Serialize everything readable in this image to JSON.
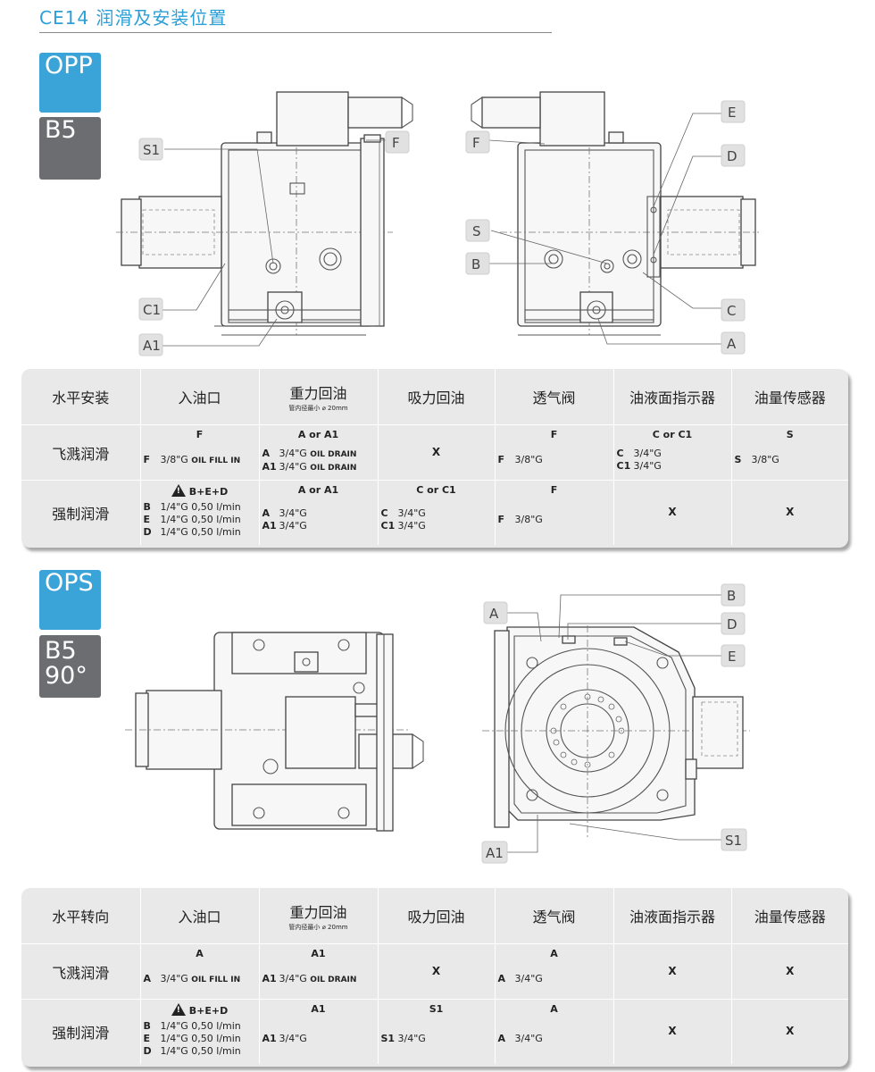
{
  "title": "CE14 润滑及安装位置",
  "sections": [
    {
      "badge_top": "OPP",
      "badge_bottom": "B5",
      "diagram_labels": {
        "S1": "S1",
        "C1": "C1",
        "A1": "A1",
        "F_left": "F",
        "F_right": "F",
        "E": "E",
        "D": "D",
        "S": "S",
        "B": "B",
        "C": "C",
        "A": "A"
      },
      "table": {
        "headers": [
          "水平安装",
          "入油口",
          "重力回油",
          "吸力回油",
          "透气阀",
          "油液面指示器",
          "油量传感器"
        ],
        "header_sub": "管内径最小 ⌀ 20mm",
        "rows": [
          {
            "label": "飞溅润滑",
            "cells": [
              {
                "top": "F",
                "lines": [
                  {
                    "k": "F",
                    "v": "3/8\"G",
                    "s": "OIL FILL IN"
                  }
                ]
              },
              {
                "top": "A or A1",
                "lines": [
                  {
                    "k": "A",
                    "v": "3/4\"G",
                    "s": "OIL DRAIN"
                  },
                  {
                    "k": "A1",
                    "v": "3/4\"G",
                    "s": "OIL DRAIN"
                  }
                ]
              },
              {
                "mid": "X"
              },
              {
                "top": "F",
                "lines": [
                  {
                    "k": "F",
                    "v": "3/8\"G"
                  }
                ]
              },
              {
                "top": "C or C1",
                "lines": [
                  {
                    "k": "C",
                    "v": "3/4\"G"
                  },
                  {
                    "k": "C1",
                    "v": "3/4\"G"
                  }
                ]
              },
              {
                "top": "S",
                "lines": [
                  {
                    "k": "S",
                    "v": "3/8\"G"
                  }
                ]
              }
            ]
          },
          {
            "label": "强制润滑",
            "cells": [
              {
                "top": "B+E+D",
                "warn": true,
                "lines": [
                  {
                    "k": "B",
                    "v": "1/4\"G 0,50 l/min"
                  },
                  {
                    "k": "E",
                    "v": "1/4\"G 0,50 l/min"
                  },
                  {
                    "k": "D",
                    "v": "1/4\"G 0,50 l/min"
                  }
                ]
              },
              {
                "top": "A or A1",
                "lines": [
                  {
                    "k": "A",
                    "v": "3/4\"G"
                  },
                  {
                    "k": "A1",
                    "v": "3/4\"G"
                  }
                ]
              },
              {
                "top": "C or C1",
                "lines": [
                  {
                    "k": "C",
                    "v": "3/4\"G"
                  },
                  {
                    "k": "C1",
                    "v": "3/4\"G"
                  }
                ]
              },
              {
                "top": "F",
                "lines": [
                  {
                    "k": "F",
                    "v": "3/8\"G"
                  }
                ]
              },
              {
                "mid": "X"
              },
              {
                "mid": "X"
              }
            ]
          }
        ]
      }
    },
    {
      "badge_top": "OPS",
      "badge_bottom_1": "B5",
      "badge_bottom_2": "90°",
      "diagram_labels": {
        "A": "A",
        "A1": "A1",
        "B": "B",
        "D": "D",
        "E": "E",
        "S1": "S1"
      },
      "table": {
        "headers": [
          "水平转向",
          "入油口",
          "重力回油",
          "吸力回油",
          "透气阀",
          "油液面指示器",
          "油量传感器"
        ],
        "header_sub": "管内径最小 ⌀ 20mm",
        "rows": [
          {
            "label": "飞溅润滑",
            "cells": [
              {
                "top": "A",
                "lines": [
                  {
                    "k": "A",
                    "v": "3/4\"G",
                    "s": "OIL FILL IN"
                  }
                ]
              },
              {
                "top": "A1",
                "lines": [
                  {
                    "k": "A1",
                    "v": "3/4\"G",
                    "s": "OIL DRAIN"
                  }
                ]
              },
              {
                "mid": "X"
              },
              {
                "top": "A",
                "lines": [
                  {
                    "k": "A",
                    "v": "3/4\"G"
                  }
                ]
              },
              {
                "mid": "X"
              },
              {
                "mid": "X"
              }
            ]
          },
          {
            "label": "强制润滑",
            "cells": [
              {
                "top": "B+E+D",
                "warn": true,
                "lines": [
                  {
                    "k": "B",
                    "v": "1/4\"G 0,50 l/min"
                  },
                  {
                    "k": "E",
                    "v": "1/4\"G 0,50 l/min"
                  },
                  {
                    "k": "D",
                    "v": "1/4\"G 0,50 l/min"
                  }
                ]
              },
              {
                "top": "A1",
                "lines": [
                  {
                    "k": "A1",
                    "v": "3/4\"G"
                  }
                ]
              },
              {
                "top": "S1",
                "lines": [
                  {
                    "k": "S1",
                    "v": "3/4\"G"
                  }
                ]
              },
              {
                "top": "A",
                "lines": [
                  {
                    "k": "A",
                    "v": "3/4\"G"
                  }
                ]
              },
              {
                "mid": "X"
              },
              {
                "mid": "X"
              }
            ]
          }
        ]
      }
    }
  ]
}
